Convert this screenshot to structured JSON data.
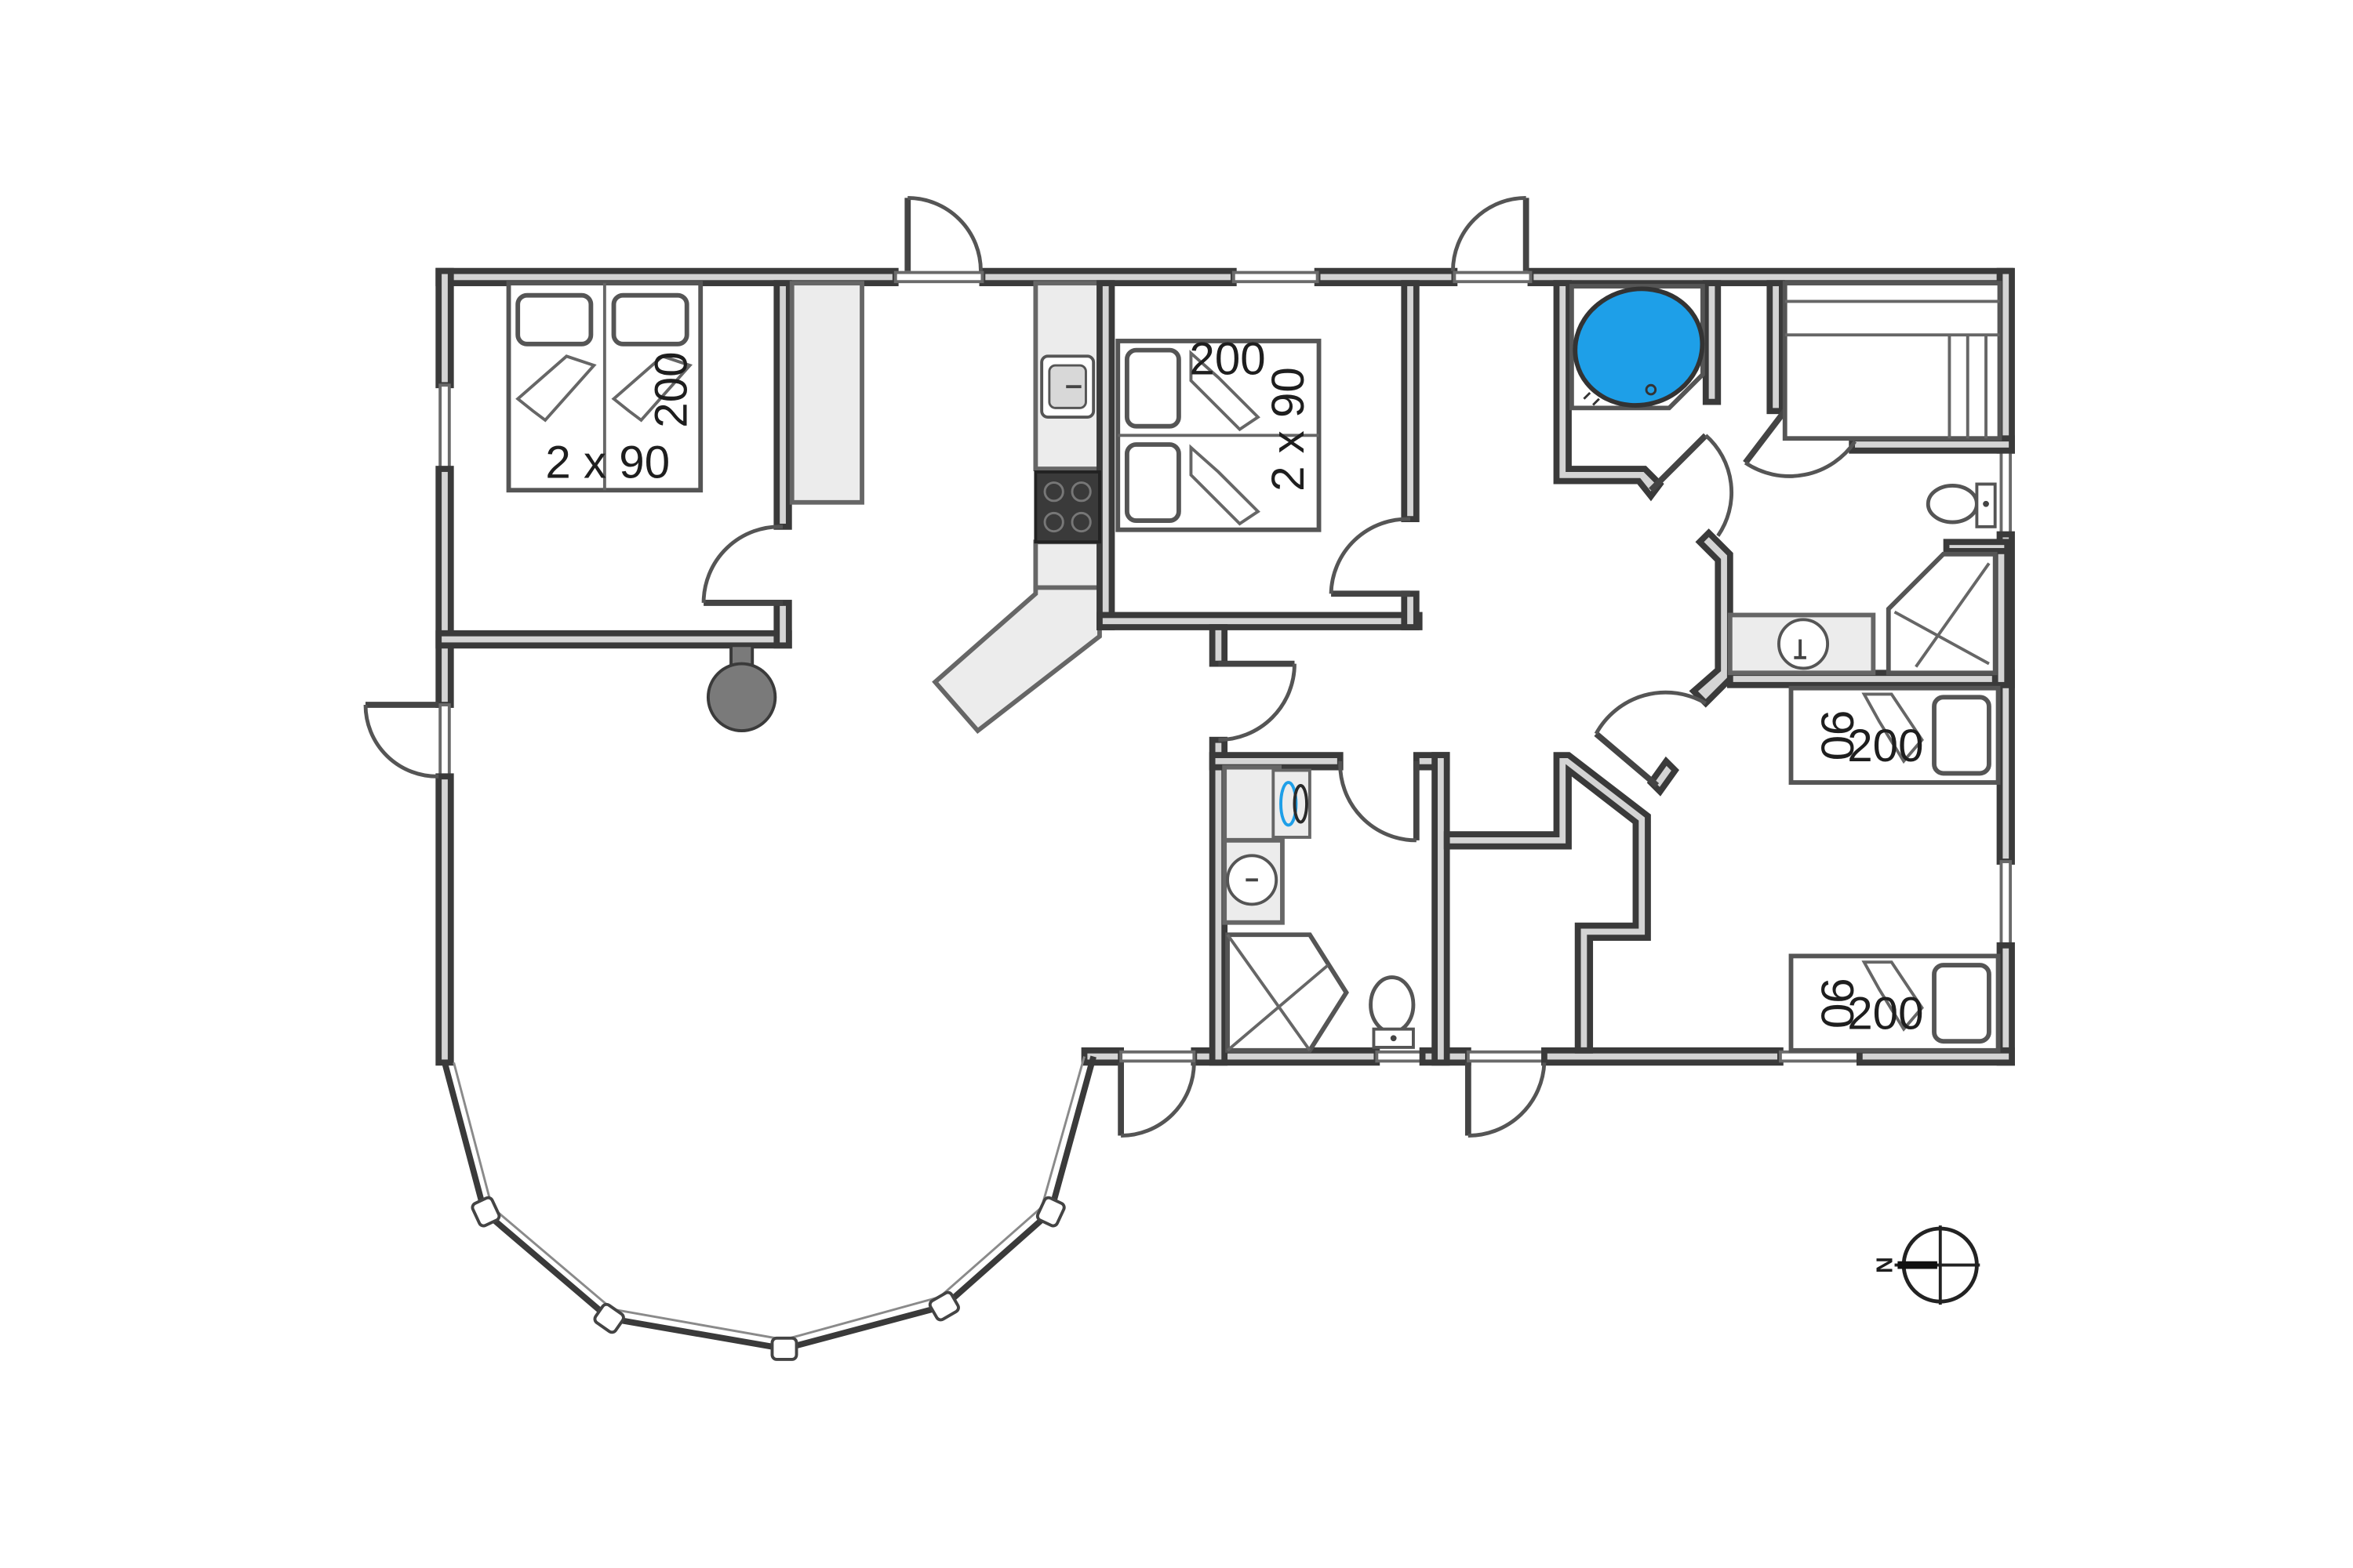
{
  "bedrooms": {
    "bedroom_1": {
      "size_label": "2 x 90",
      "length_label": "200"
    },
    "bedroom_2": {
      "size_label": "2 x 90",
      "length_label": "200"
    },
    "bedroom_3": {
      "bed_upper": {
        "width_label": "90",
        "length_label": "200"
      },
      "bed_lower": {
        "width_label": "90",
        "length_label": "200"
      }
    }
  },
  "compass": {
    "north_label": "N"
  },
  "colors": {
    "wall_fill": "#d4d4d4",
    "wall_stroke": "#3a3a3a",
    "spa_water": "#1e9fe8",
    "stove_top": "#3a3a3a",
    "fireplace": "#7a7a7a"
  },
  "icons": {
    "sink": "sink-icon",
    "toilet": "toilet-icon",
    "stove": "stove-icon",
    "washer": "washer-icon",
    "shower": "shower-icon",
    "spa": "spa-icon",
    "fireplace": "fireplace-icon",
    "compass": "compass-icon"
  }
}
